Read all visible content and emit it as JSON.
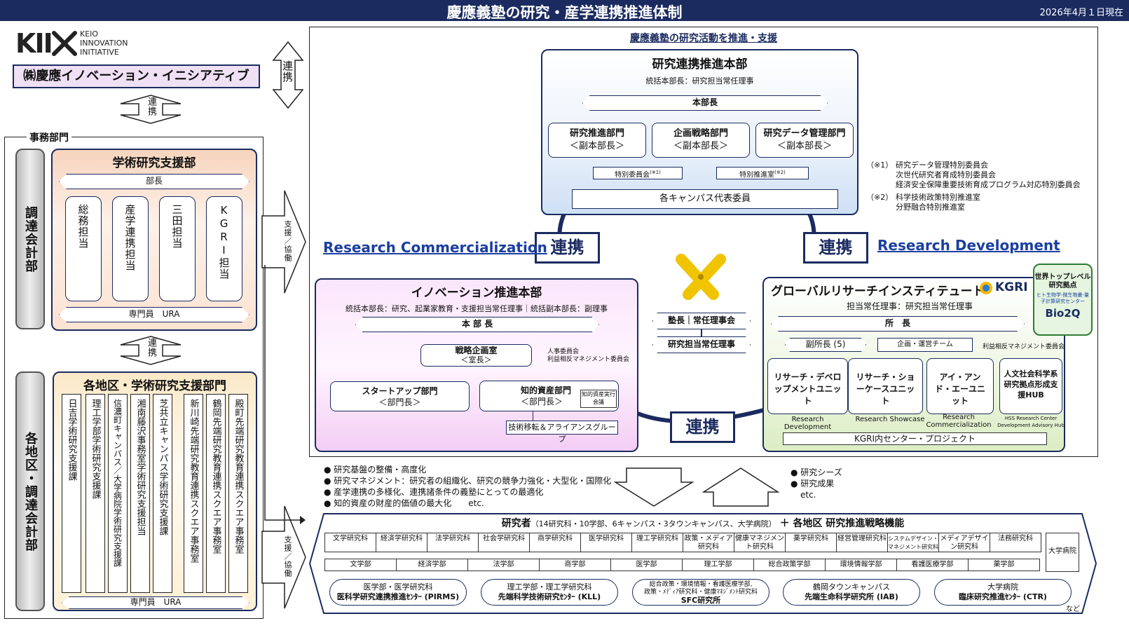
{
  "header": {
    "title": "慶應義塾の研究・産学連携推進体制",
    "date": "2026年4月１日現在"
  },
  "logo": {
    "mark": "KII",
    "line1": "KEIO",
    "line2": "INNOVATION",
    "line3": "INITIATIVE"
  },
  "kii_company": "㈱慶應イノベーション・イニシアティブ",
  "renkei": "連携",
  "renkei_v": "連携",
  "jimu": {
    "label": "事務部門",
    "chotatsu": "調達会計部",
    "gakujutsu": {
      "title": "学術研究支援部",
      "head": "部長",
      "items": [
        "総務担当",
        "産学連携担当",
        "三田担当",
        "KGRI担当"
      ],
      "staff": "専門員　URA"
    },
    "chiku_chotatsu": "各地区・調達会計部",
    "chiku": {
      "title": "各地区・学術研究支援部門",
      "items": [
        "日吉学術研究支援課",
        "理工学部学術研究支援課",
        "信濃町キャンパス／大学病院学術研究支援課",
        "湘南藤沢事務室学術研究支援担当",
        "芝共立キャンパス学術研究支援課",
        "新川崎先端研究教育連携スクエア事務室",
        "鶴岡先端研究教育連携スクエア事務室",
        "殿町先端研究教育連携スクエア事務室"
      ],
      "staff": "専門員　URA"
    },
    "support": "支援／協働"
  },
  "main": {
    "banner": "慶應義塾の研究活動を推進・支援",
    "honbu": {
      "title": "研究連携推進本部",
      "lead": "統括本部長：研究担当常任理事",
      "head": "本部長",
      "depts": [
        {
          "name": "研究推進部門",
          "sub": "＜副本部長＞"
        },
        {
          "name": "企画戦略部門",
          "sub": "＜副本部長＞"
        },
        {
          "name": "研究データ管理部門",
          "sub": "＜副本部長＞"
        }
      ],
      "committee1": "特別委員会",
      "committee1_note": "(※1)",
      "committee2": "特別推進室",
      "committee2_note": "(※2)",
      "campus": "各キャンパス代表委員"
    },
    "notes": {
      "n1_label": "（※1）",
      "n1": [
        "研究データ管理特別委員会",
        "次世代研究者育成特別委員会",
        "経済安全保障重要技術育成プログラム対応特別委員会"
      ],
      "n2_label": "（※2）",
      "n2": [
        "科学技術政策特別推進室",
        "分野融合特別推進室"
      ]
    },
    "rc": "Research Commercialization",
    "rd": "Research Development",
    "innov": {
      "title": "イノベーション推進本部",
      "lead": "統括本部長：研究、起業家教育・支援担当常任理事｜統括副本部長：副理事",
      "head": "本 部 長",
      "senryaku": "戦略企画室",
      "senryaku_sub": "＜室長＞",
      "committees": [
        "人事委員会",
        "利益相反マネジメント委員会"
      ],
      "startup": "スタートアップ部門",
      "startup_sub": "＜部門長＞",
      "chizai": "知的資産部門",
      "chizai_sub": "＜部門長＞",
      "chizai_note": "知的資産実行会議",
      "tech": "技術移転＆アライアンスグループ"
    },
    "center": {
      "board": "塾長｜常任理事会",
      "director": "研究担当常任理事"
    },
    "kgri": {
      "title": "グローバルリサーチインスティテュート",
      "logo": "KGRI",
      "lead": "担当常任理事：研究担当常任理事",
      "head": "所　長",
      "vice": "副所長 (5)",
      "team": "企画・運営チーム",
      "coi": "利益相反マネジメント委員会",
      "units": [
        {
          "name": "リサーチ・デベロップメントユニット",
          "sub": "Research Development"
        },
        {
          "name": "リサーチ・ショーケースユニット",
          "sub": "Research Showcase"
        },
        {
          "name": "アイ・アンド・エーユニット",
          "sub": "Research Commercialization"
        },
        {
          "name": "人文社会科学系研究拠点形成支援HUB",
          "sub": "HSS Research Center Development Advisory Hub"
        }
      ],
      "projects": "KGRI内センター・プロジェクト"
    },
    "wpi": {
      "title": "世界トップレベル研究拠点",
      "sub": "ヒト生物学-微生物叢-量子計算研究センター",
      "logo": "Bio2Q"
    },
    "bullets_left": [
      "研究基盤の整備・高度化",
      "研究マネジメント：研究者の組織化、研究の競争力強化・大型化・国際化",
      "産学連携の多様化、連携諸条件の義塾にとっての最適化",
      "知的資産の財産的価値の最大化　　etc."
    ],
    "bullets_right": [
      "研究シーズ",
      "研究成果"
    ],
    "bullets_right_etc": "etc.",
    "researchers": {
      "title": "研究者",
      "title_note": "（14研究科・10学部、6キャンパス・3タウンキャンパス、大学病院）",
      "title_plus": "＋",
      "title2": "各地区 研究推進戦略機能",
      "grad": [
        "文学研究科",
        "経済学研究科",
        "法学研究科",
        "社会学研究科",
        "商学研究科",
        "医学研究科",
        "理工学研究科",
        "政策・メディア研究科",
        "健康マネジメント研究科",
        "薬学研究科",
        "経営管理研究科",
        "システムデザイン・マネジメント研究科",
        "メディアデザイン研究科",
        "法務研究科"
      ],
      "undergrad": [
        "文学部",
        "経済学部",
        "法学部",
        "商学部",
        "医学部",
        "理工学部",
        "総合政策学部",
        "環境情報学部",
        "看護医療学部",
        "薬学部"
      ],
      "hospital": "大学病院",
      "institutes": [
        {
          "l1": "医学部・医学研究科",
          "l2": "医科学研究連携推進ｾﾝﾀｰ (PIRMS)"
        },
        {
          "l1": "理工学部・理工学研究科",
          "l2": "先端科学技術研究ｾﾝﾀｰ (KLL)"
        },
        {
          "l1": "総合政策・環境情報・看護医療学部,",
          "l1b": "政策・ﾒﾃﾞｨｱ研究科・健康ﾏﾈｼﾞﾒﾝﾄ研究科",
          "l2": "SFC研究所"
        },
        {
          "l1": "鶴岡タウンキャンパス",
          "l2": "先端生命科学研究所 (IAB)"
        },
        {
          "l1": "大学病院",
          "l2": "臨床研究推進ｾﾝﾀｰ (CTR)"
        }
      ],
      "etc": "など"
    }
  }
}
